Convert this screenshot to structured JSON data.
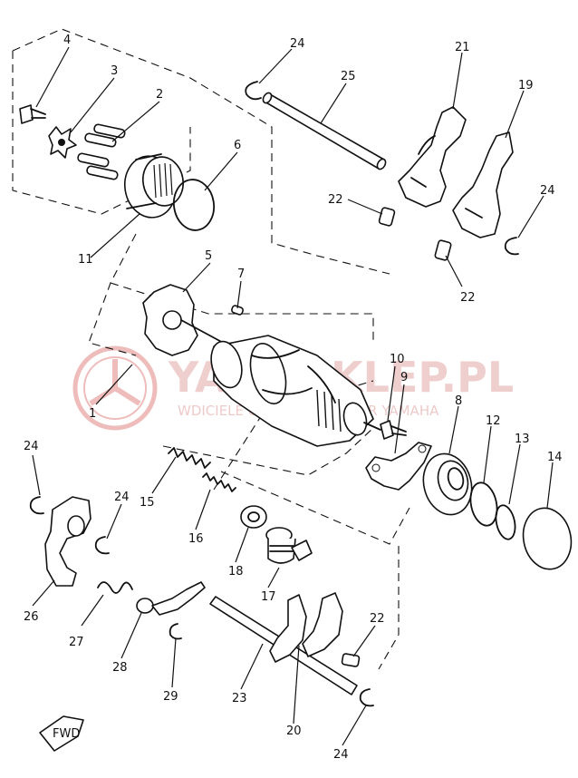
{
  "watermark": {
    "brand": "YAMASKLEP.PL",
    "tagline": "WDICIELE OFICJALNY DEALER YAMAHA",
    "accent_color": "#e07b7b"
  },
  "fwd_label": "FWD",
  "callouts": [
    {
      "id": "c4",
      "text": "4"
    },
    {
      "id": "c3",
      "text": "3"
    },
    {
      "id": "c2",
      "text": "2"
    },
    {
      "id": "c6",
      "text": "6"
    },
    {
      "id": "c11",
      "text": "11"
    },
    {
      "id": "c5",
      "text": "5"
    },
    {
      "id": "c7",
      "text": "7"
    },
    {
      "id": "c1",
      "text": "1"
    },
    {
      "id": "c24a",
      "text": "24"
    },
    {
      "id": "c25",
      "text": "25"
    },
    {
      "id": "c21",
      "text": "21"
    },
    {
      "id": "c19",
      "text": "19"
    },
    {
      "id": "c22a",
      "text": "22"
    },
    {
      "id": "c24b",
      "text": "24"
    },
    {
      "id": "c22b",
      "text": "22"
    },
    {
      "id": "c10",
      "text": "10"
    },
    {
      "id": "c9",
      "text": "9"
    },
    {
      "id": "c8",
      "text": "8"
    },
    {
      "id": "c12",
      "text": "12"
    },
    {
      "id": "c13",
      "text": "13"
    },
    {
      "id": "c14",
      "text": "14"
    },
    {
      "id": "c24c",
      "text": "24"
    },
    {
      "id": "c24d",
      "text": "24"
    },
    {
      "id": "c15",
      "text": "15"
    },
    {
      "id": "c16",
      "text": "16"
    },
    {
      "id": "c18",
      "text": "18"
    },
    {
      "id": "c17",
      "text": "17"
    },
    {
      "id": "c26",
      "text": "26"
    },
    {
      "id": "c27",
      "text": "27"
    },
    {
      "id": "c28",
      "text": "28"
    },
    {
      "id": "c29",
      "text": "29"
    },
    {
      "id": "c23",
      "text": "23"
    },
    {
      "id": "c22c",
      "text": "22"
    },
    {
      "id": "c20",
      "text": "20"
    },
    {
      "id": "c24e",
      "text": "24"
    }
  ]
}
